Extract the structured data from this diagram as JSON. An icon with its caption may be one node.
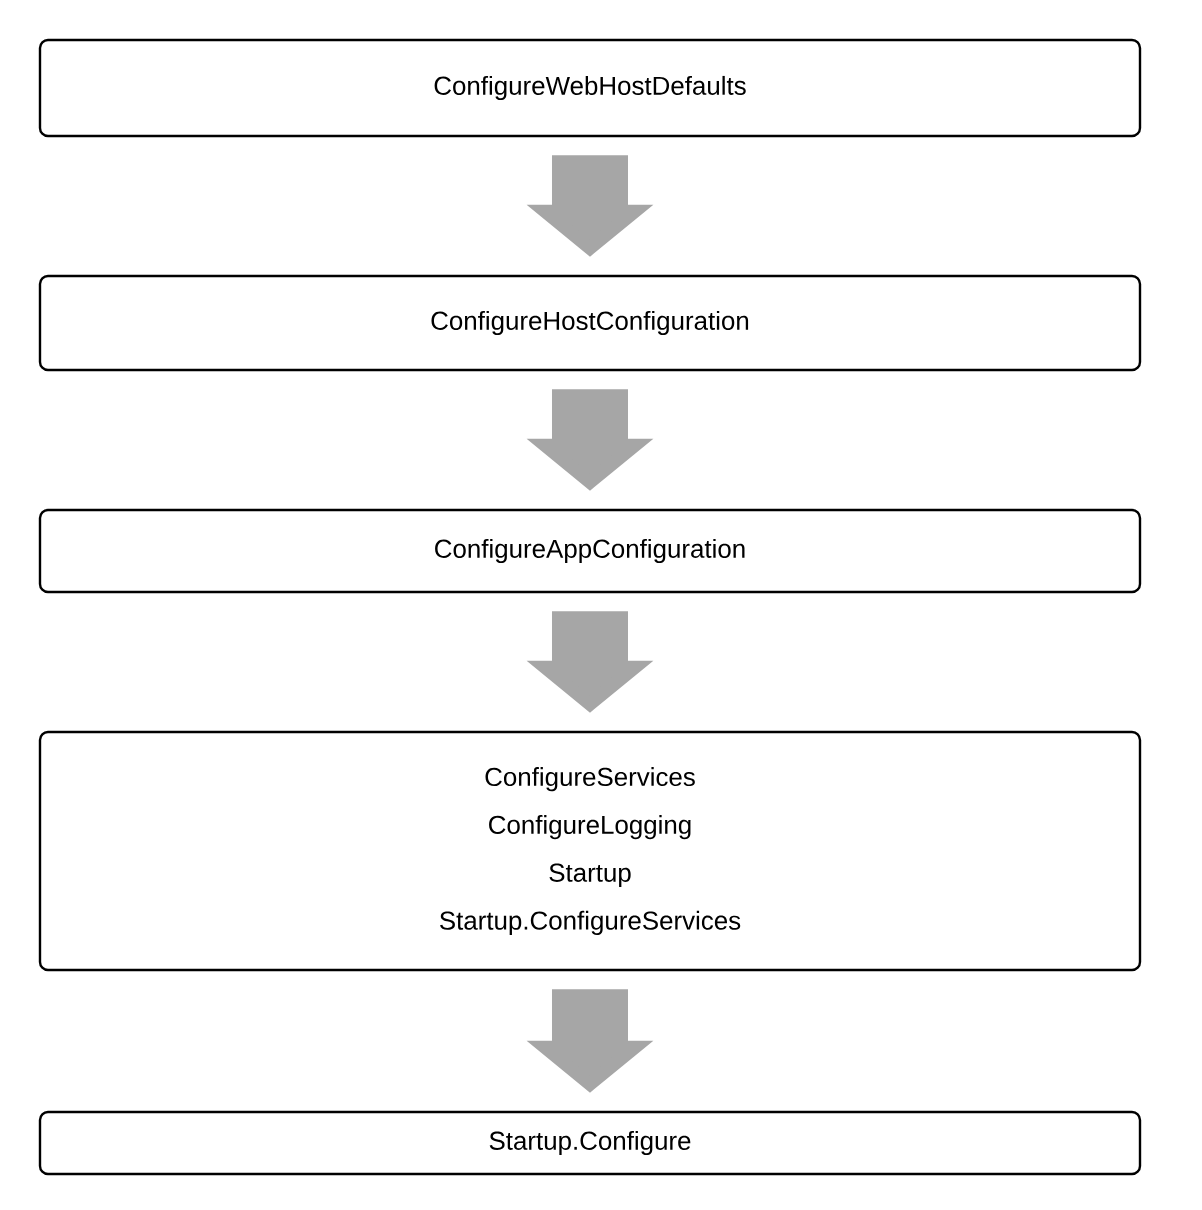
{
  "diagram": {
    "nodes": [
      {
        "text": [
          "ConfigureWebHostDefaults"
        ]
      },
      {
        "text": [
          "ConfigureHostConfiguration"
        ]
      },
      {
        "text": [
          "ConfigureAppConfiguration"
        ]
      },
      {
        "text": [
          "ConfigureServices",
          "ConfigureLogging",
          "Startup",
          "Startup.ConfigureServices"
        ]
      },
      {
        "text": [
          "Startup.Configure"
        ]
      }
    ],
    "edges": [
      {
        "from": 0,
        "to": 1,
        "arrow": "to"
      },
      {
        "from": 1,
        "to": 2,
        "arrow": "to"
      },
      {
        "from": 2,
        "to": 3,
        "arrow": "to"
      },
      {
        "from": 3,
        "to": 4,
        "arrow": "to"
      }
    ]
  }
}
